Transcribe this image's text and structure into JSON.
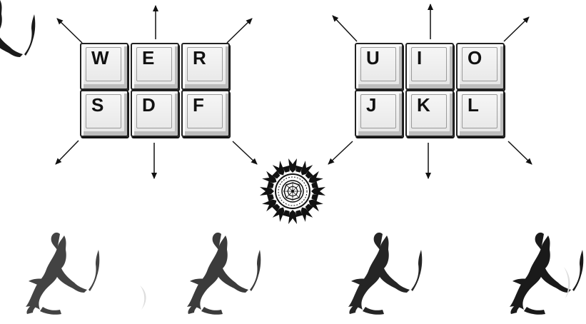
{
  "left_keys": {
    "top_row": [
      "W",
      "E",
      "R"
    ],
    "bottom_row": [
      "S",
      "D",
      "F"
    ]
  },
  "right_keys": {
    "top_row": [
      "U",
      "I",
      "O"
    ],
    "bottom_row": [
      "J",
      "K",
      "L"
    ]
  },
  "colors": {
    "ink": "#111111",
    "key_face": "#eeeeee",
    "background": "#ffffff"
  },
  "icons": {
    "center_emblem": "compass-rose-icon",
    "fighter_sprite": "sword-fighter-icon"
  }
}
